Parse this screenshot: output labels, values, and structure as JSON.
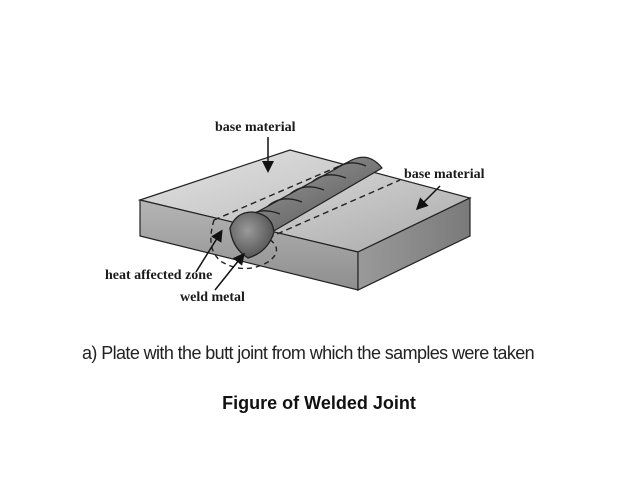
{
  "diagram": {
    "labels": {
      "base_material_top": "base material",
      "base_material_right": "base material",
      "heat_affected_zone": "heat affected zone",
      "weld_metal": "weld metal"
    }
  },
  "caption": "a) Plate with the butt  joint from which the samples were  taken",
  "figure_title": "Figure of Welded Joint"
}
